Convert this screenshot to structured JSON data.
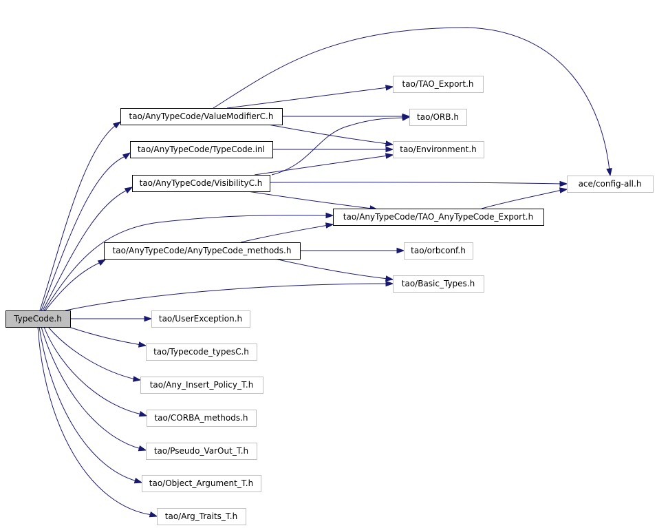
{
  "colors": {
    "edge": "#191970",
    "documented_border": "#000000",
    "undocumented_border": "#bfbfbf",
    "root_fill": "#bfbfbf",
    "node_fill": "#ffffff"
  },
  "nodes": [
    {
      "id": "root",
      "label": "TypeCode.h",
      "kind": "root"
    },
    {
      "id": "vm",
      "label": "tao/AnyTypeCode/ValueModifierC.h",
      "kind": "documented"
    },
    {
      "id": "tcinl",
      "label": "tao/AnyTypeCode/TypeCode.inl",
      "kind": "documented"
    },
    {
      "id": "vis",
      "label": "tao/AnyTypeCode/VisibilityC.h",
      "kind": "documented"
    },
    {
      "id": "atcexp",
      "label": "tao/AnyTypeCode/TAO_AnyTypeCode_Export.h",
      "kind": "documented"
    },
    {
      "id": "atcm",
      "label": "tao/AnyTypeCode/AnyTypeCode_methods.h",
      "kind": "documented"
    },
    {
      "id": "taoexp",
      "label": "tao/TAO_Export.h",
      "kind": "external"
    },
    {
      "id": "orb",
      "label": "tao/ORB.h",
      "kind": "external"
    },
    {
      "id": "env",
      "label": "tao/Environment.h",
      "kind": "external"
    },
    {
      "id": "cfg",
      "label": "ace/config-all.h",
      "kind": "external"
    },
    {
      "id": "orbconf",
      "label": "tao/orbconf.h",
      "kind": "external"
    },
    {
      "id": "basic",
      "label": "tao/Basic_Types.h",
      "kind": "external"
    },
    {
      "id": "uex",
      "label": "tao/UserException.h",
      "kind": "external"
    },
    {
      "id": "tct",
      "label": "tao/Typecode_typesC.h",
      "kind": "external"
    },
    {
      "id": "aip",
      "label": "tao/Any_Insert_Policy_T.h",
      "kind": "external"
    },
    {
      "id": "corba",
      "label": "tao/CORBA_methods.h",
      "kind": "external"
    },
    {
      "id": "pvo",
      "label": "tao/Pseudo_VarOut_T.h",
      "kind": "external"
    },
    {
      "id": "oat",
      "label": "tao/Object_Argument_T.h",
      "kind": "external"
    },
    {
      "id": "att",
      "label": "tao/Arg_Traits_T.h",
      "kind": "external"
    }
  ],
  "edges": [
    {
      "from": "root",
      "to": "vm"
    },
    {
      "from": "root",
      "to": "tcinl"
    },
    {
      "from": "root",
      "to": "vis"
    },
    {
      "from": "root",
      "to": "atcexp"
    },
    {
      "from": "root",
      "to": "atcm"
    },
    {
      "from": "root",
      "to": "basic"
    },
    {
      "from": "root",
      "to": "uex"
    },
    {
      "from": "root",
      "to": "tct"
    },
    {
      "from": "root",
      "to": "aip"
    },
    {
      "from": "root",
      "to": "corba"
    },
    {
      "from": "root",
      "to": "pvo"
    },
    {
      "from": "root",
      "to": "oat"
    },
    {
      "from": "root",
      "to": "att"
    },
    {
      "from": "vm",
      "to": "taoexp"
    },
    {
      "from": "vm",
      "to": "orb"
    },
    {
      "from": "vm",
      "to": "env"
    },
    {
      "from": "vm",
      "to": "cfg"
    },
    {
      "from": "tcinl",
      "to": "env"
    },
    {
      "from": "vis",
      "to": "env"
    },
    {
      "from": "vis",
      "to": "orb"
    },
    {
      "from": "vis",
      "to": "cfg"
    },
    {
      "from": "vis",
      "to": "atcexp"
    },
    {
      "from": "atcexp",
      "to": "cfg"
    },
    {
      "from": "atcm",
      "to": "atcexp"
    },
    {
      "from": "atcm",
      "to": "orbconf"
    },
    {
      "from": "atcm",
      "to": "basic"
    }
  ]
}
